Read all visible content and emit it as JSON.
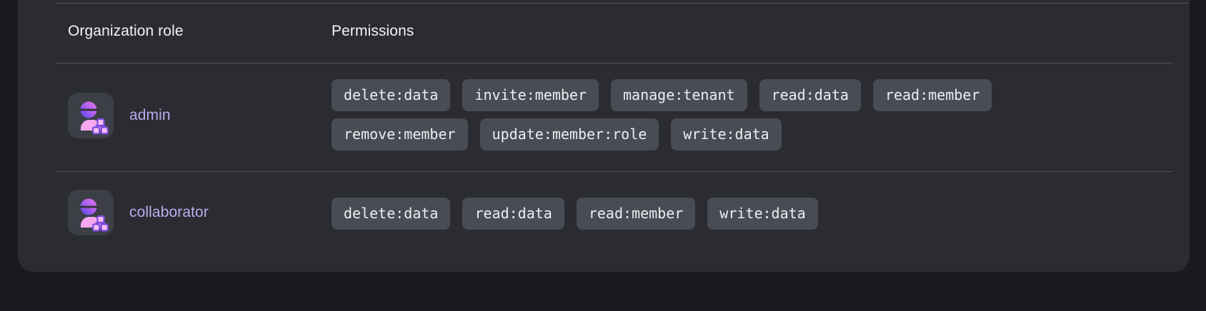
{
  "card": {
    "background": "#2a2c31",
    "page_background": "#191a1d",
    "divider_color": "#52555c"
  },
  "table": {
    "columns": [
      {
        "key": "role",
        "label": "Organization role"
      },
      {
        "key": "permissions",
        "label": "Permissions"
      }
    ],
    "rows": [
      {
        "icon": "org-role-admin-icon",
        "role": "admin",
        "role_color": "#b9aeee",
        "permissions": [
          "delete:data",
          "invite:member",
          "manage:tenant",
          "read:data",
          "read:member",
          "remove:member",
          "update:member:role",
          "write:data"
        ]
      },
      {
        "icon": "org-role-collaborator-icon",
        "role": "collaborator",
        "role_color": "#b9aeee",
        "permissions": [
          "delete:data",
          "read:data",
          "read:member",
          "write:data"
        ]
      }
    ]
  },
  "chip": {
    "background": "#4a4c55",
    "text_color": "#eceef1"
  },
  "icon": {
    "name": "person-with-blocks-icon",
    "badge_background": "#3c3f45",
    "head_gradient_from": "#e873f0",
    "head_gradient_to": "#5b4de8",
    "body_color": "#f5a8f0",
    "block_color": "#f9bdf5",
    "block_outline": "#7c4ce0"
  }
}
